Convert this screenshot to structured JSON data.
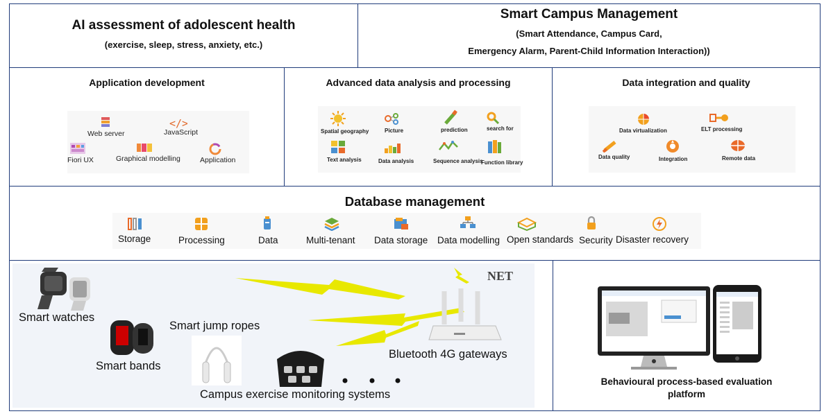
{
  "ai_assessment": {
    "title": "AI assessment of adolescent health",
    "subtitle": "(exercise, sleep, stress, anxiety, etc.)"
  },
  "smart_campus": {
    "title": "Smart Campus Management",
    "subtitle_line1": "(Smart Attendance, Campus Card,",
    "subtitle_line2": "Emergency Alarm, Parent-Child Information Interaction))"
  },
  "app_dev": {
    "title": "Application development",
    "items": [
      "Web server",
      "JavaScript",
      "Fiori UX",
      "Graphical modelling",
      "Application"
    ]
  },
  "data_analysis": {
    "title": "Advanced data analysis and processing",
    "items": [
      "Spatial geography",
      "Picture",
      "prediction",
      "search for",
      "Text analysis",
      "Data analysis",
      "Sequence analysis",
      "Function library"
    ]
  },
  "data_integration": {
    "title": "Data integration and quality",
    "items": [
      "Data virtualization",
      "ELT processing",
      "Data quality",
      "Integration",
      "Remote data"
    ]
  },
  "database": {
    "title": "Database management",
    "items": [
      "Storage",
      "Processing",
      "Data",
      "Multi-tenant",
      "Data storage",
      "Data modelling",
      "Open standards",
      "Security",
      "Disaster recovery"
    ]
  },
  "devices": {
    "smart_watches": "Smart  watches",
    "smart_bands": "Smart bands",
    "smart_jump_ropes": "Smart jump ropes",
    "bluetooth_gateways": "Bluetooth 4G gateways",
    "monitoring_systems": "Campus exercise monitoring systems",
    "net": "NET"
  },
  "evaluation_platform": {
    "line1": "Behavioural process-based evaluation",
    "line2": "platform"
  },
  "colors": {
    "border": "#1f3b7a",
    "lightning": "#e8e800",
    "panel_bg": "#f1f4f9"
  }
}
